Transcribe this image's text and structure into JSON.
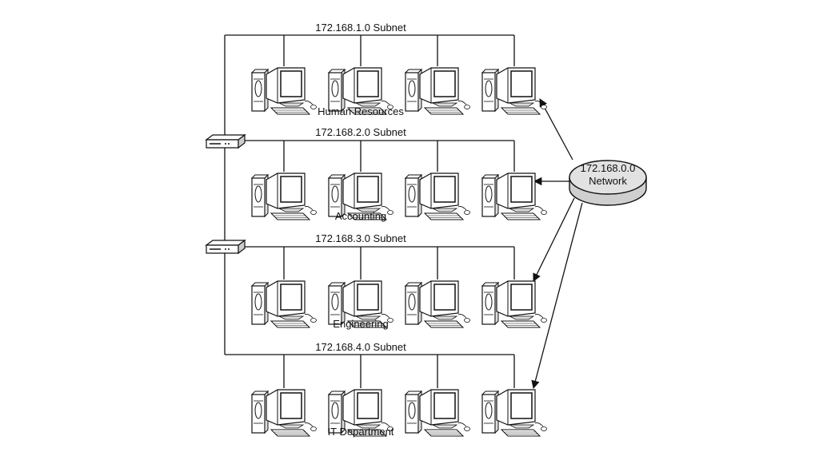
{
  "subnets": [
    {
      "label": "172.168.1.0 Subnet",
      "department": "Human Resources"
    },
    {
      "label": "172.168.2.0 Subnet",
      "department": "Accounting"
    },
    {
      "label": "172.168.3.0 Subnet",
      "department": "Engineering"
    },
    {
      "label": "172.168.4.0 Subnet",
      "department": "IT Department"
    }
  ],
  "network": {
    "line1": "172.168.0.0",
    "line2": "Network"
  },
  "icons": {
    "computer": "desktop-computer-icon",
    "router": "router-icon",
    "network": "network-cloud-icon"
  },
  "colors": {
    "ink": "#111111",
    "network_fill": "#cfcfcf",
    "network_top": "#e2e2e2",
    "monitor_screen": "#ffffff"
  }
}
